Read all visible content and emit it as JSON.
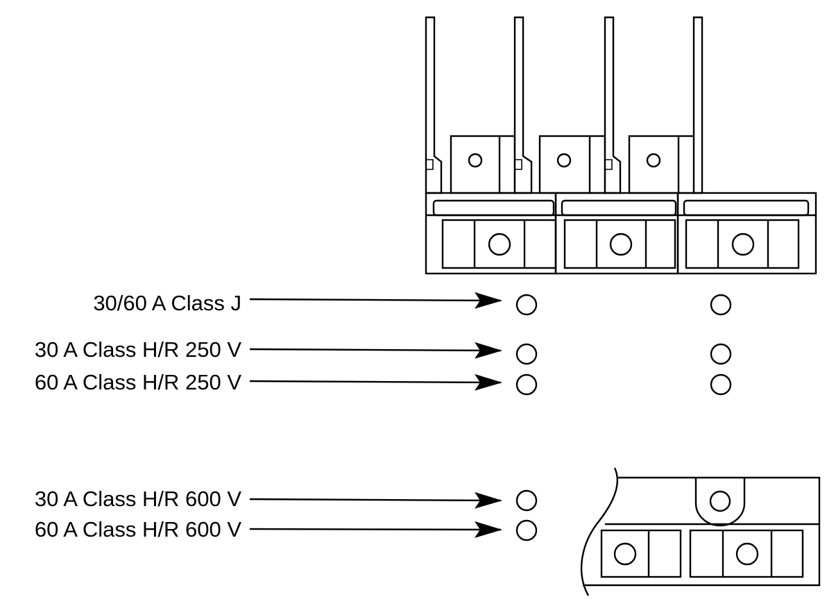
{
  "labels": [
    {
      "text": "30/60 A Class J"
    },
    {
      "text": "30 A Class H/R 250 V"
    },
    {
      "text": "60 A Class H/R 250 V"
    },
    {
      "text": "30 A Class H/R 600 V"
    },
    {
      "text": "60 A Class H/R 600 V"
    }
  ],
  "colors": {
    "line": "#000000",
    "background": "#ffffff"
  }
}
